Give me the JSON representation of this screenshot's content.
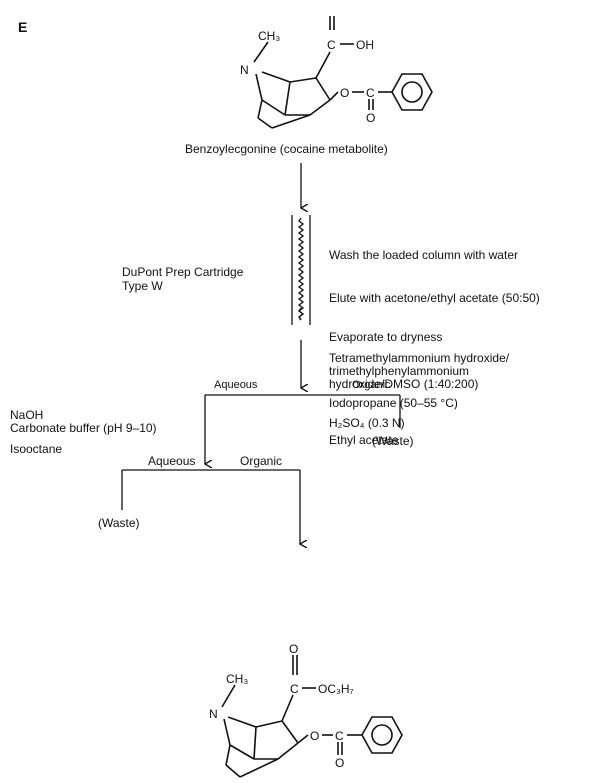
{
  "panel_letter": "E",
  "top_molecule": {
    "name": "Benzoylecgonine (cocaine metabolite)",
    "methyl": "CH₃",
    "n_atom": "N",
    "c_atom": "C",
    "hydroxyl": "OH",
    "ester_o": "O",
    "benzoyl_c": "C",
    "carbonyl_o": "O"
  },
  "cartridge": {
    "name_line1": "DuPont Prep Cartridge",
    "name_line2": "Type W"
  },
  "steps": {
    "wash": "Wash the loaded column with water",
    "elute": "Elute with acetone/ethyl acetate (50:50)",
    "evaporate": "Evaporate to dryness",
    "reagent_line1": "Tetramethylammonium hydroxide/",
    "reagent_line2": "trimethylphenylammonium",
    "reagent_line3": "hydroxide/DMSO (1:40:200)",
    "iodopropane": "Iodopropane (50–55 °C)",
    "acid": "H₂SO₄ (0.3 N)",
    "solvent": "Ethyl acetate"
  },
  "split1": {
    "left": "Aqueous",
    "right": "Organic",
    "right_result": "(Waste)"
  },
  "left_reagents": {
    "line1": "NaOH",
    "line2": "Carbonate buffer (pH 9–10)",
    "line3": "Isooctane"
  },
  "split2": {
    "left": "Aqueous",
    "right": "Organic",
    "left_result": "(Waste)"
  },
  "bottom_molecule": {
    "methyl": "CH₃",
    "n_atom": "N",
    "c_atom": "C",
    "propoxy": "OC₃H₇",
    "carbonyl_top_o": "O",
    "ester_o": "O",
    "benzoyl_c": "C",
    "carbonyl_o": "O"
  }
}
